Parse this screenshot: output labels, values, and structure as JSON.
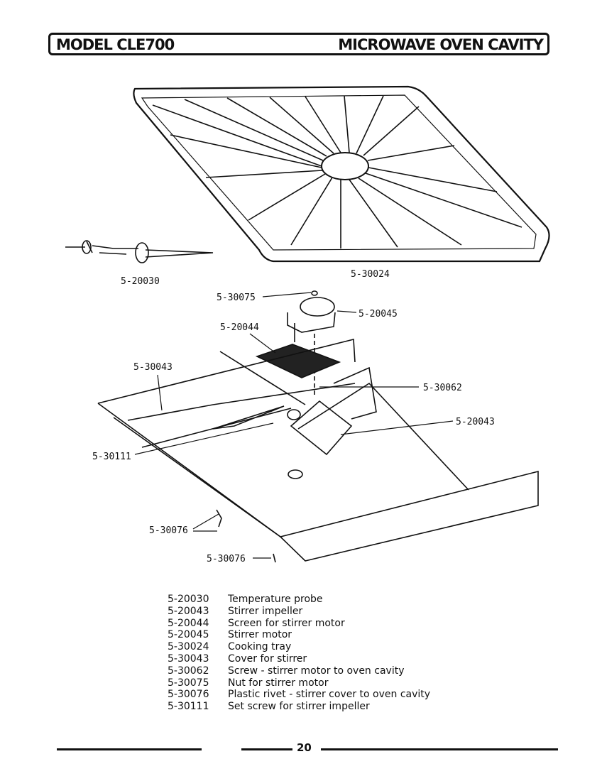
{
  "header": {
    "model": "MODEL CLE700",
    "section": "MICROWAVE OVEN CAVITY"
  },
  "callouts": {
    "p20030": "5-20030",
    "p30024": "5-30024",
    "p30075": "5-30075",
    "p20045": "5-20045",
    "p20044": "5-20044",
    "p30043": "5-30043",
    "p30062": "5-30062",
    "p20043": "5-20043",
    "p30111": "5-30111",
    "p30076a": "5-30076",
    "p30076b": "5-30076"
  },
  "parts": [
    {
      "number": "5-20030",
      "description": "Temperature probe"
    },
    {
      "number": "5-20043",
      "description": "Stirrer impeller"
    },
    {
      "number": "5-20044",
      "description": "Screen for stirrer motor"
    },
    {
      "number": "5-20045",
      "description": "Stirrer motor"
    },
    {
      "number": "5-30024",
      "description": "Cooking tray"
    },
    {
      "number": "5-30043",
      "description": "Cover for stirrer"
    },
    {
      "number": "5-30062",
      "description": "Screw - stirrer motor to oven cavity"
    },
    {
      "number": "5-30075",
      "description": "Nut for stirrer motor"
    },
    {
      "number": "5-30076",
      "description": "Plastic rivet - stirrer cover to oven cavity"
    },
    {
      "number": "5-30111",
      "description": "Set screw for stirrer impeller"
    }
  ],
  "footer": {
    "page_number": "20"
  }
}
